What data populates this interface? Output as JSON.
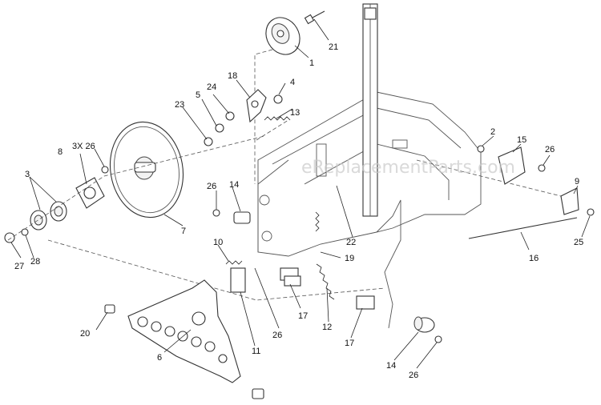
{
  "watermark": "eReplacementParts.com",
  "callouts": [
    "1",
    "2",
    "3",
    "3X 26",
    "4",
    "5",
    "6",
    "7",
    "8",
    "9",
    "10",
    "11",
    "12",
    "13",
    "14",
    "14",
    "15",
    "16",
    "17",
    "17",
    "18",
    "19",
    "20",
    "21",
    "22",
    "23",
    "24",
    "25",
    "26",
    "26",
    "26",
    "26",
    "27",
    "28"
  ]
}
